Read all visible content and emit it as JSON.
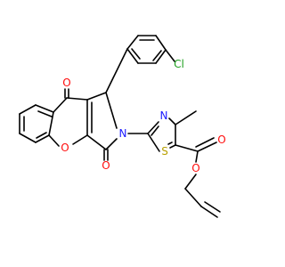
{
  "colors": {
    "background": "#ffffff",
    "bond": "#000000",
    "oxygen": "#ff0d0d",
    "nitrogen": "#1a1aff",
    "sulfur": "#b8a000",
    "chlorine": "#1fa01f"
  },
  "atoms": {
    "chlorine": "Cl",
    "ketone_oxygen": "O",
    "lactam_oxygen": "O",
    "ring_oxygen": "O",
    "nitrogen_pyrrole": "N",
    "nitrogen_thiazole": "N",
    "sulfur": "S",
    "ester_carbonyl_oxygen": "O",
    "ester_oxygen": "O"
  }
}
